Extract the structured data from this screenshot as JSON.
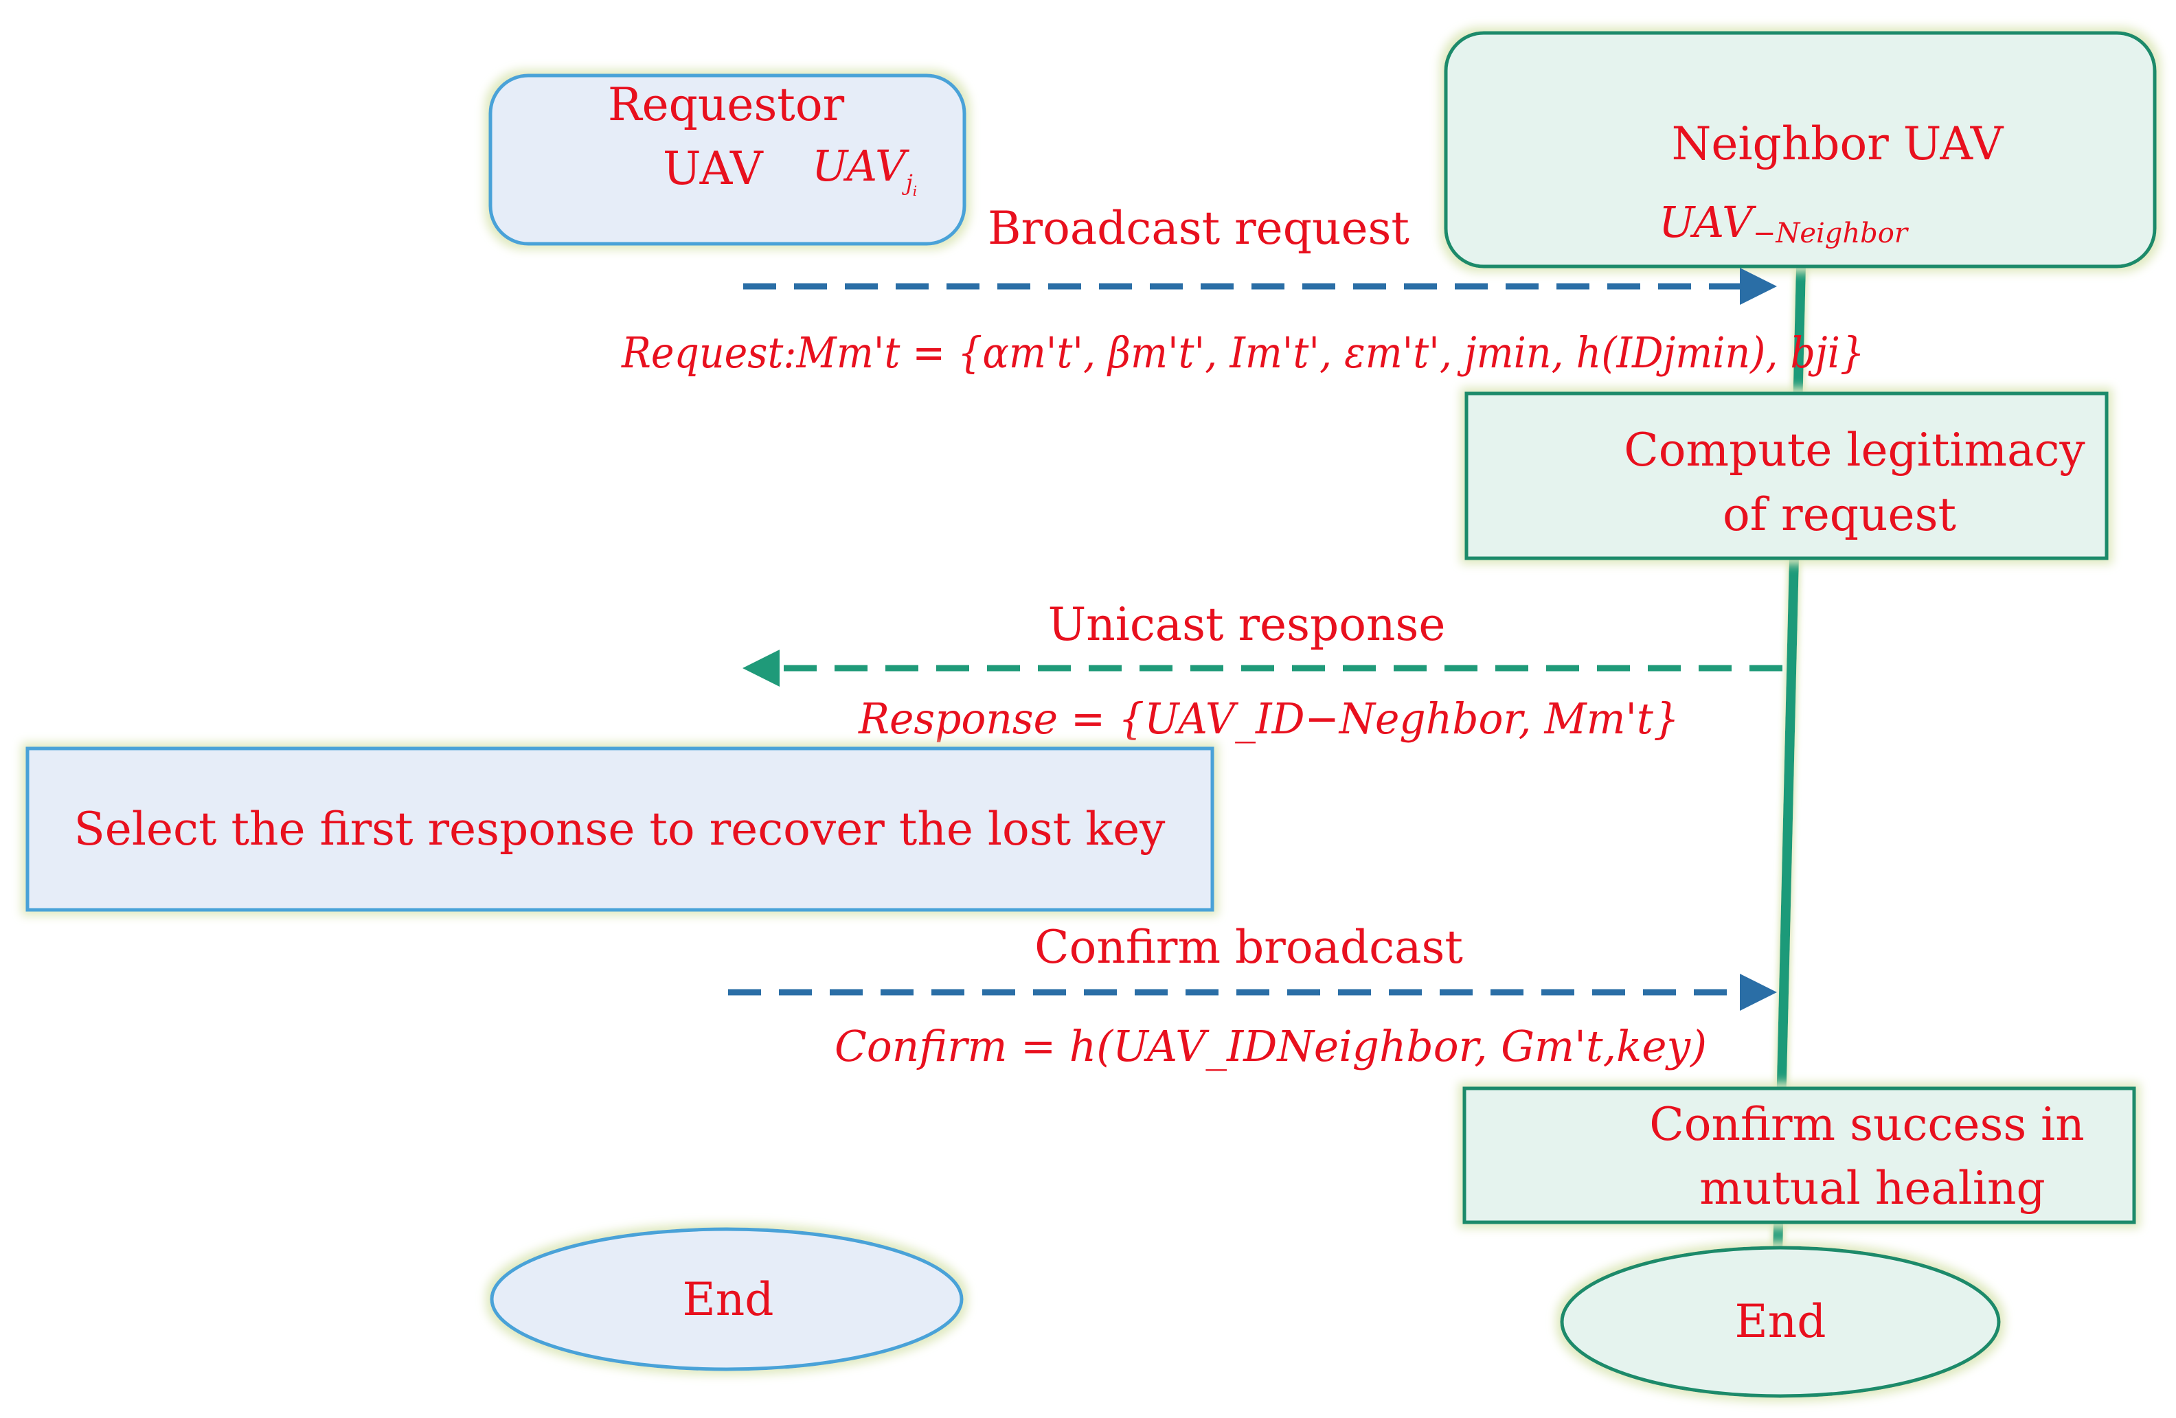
{
  "participants": {
    "requestor": {
      "title": "Requestor",
      "line2_text": "UAV",
      "line2_math_base": "UAV",
      "line2_math_sub": "j",
      "line2_math_subsub": "i"
    },
    "neighbor": {
      "title": "Neighbor UAV",
      "math_base": "UAV",
      "math_sub": "−Neighbor"
    }
  },
  "messages": {
    "broadcast": {
      "label": "Broadcast request",
      "formula": "Request:Mm't = {αm't', βm't', Im't', εm't', jmin, h(IDjmin), bji}"
    },
    "unicast": {
      "label": "Unicast response",
      "formula": "Response = {UAV_ID−Neghbor, Mm't}"
    },
    "confirm": {
      "label": "Confirm broadcast",
      "formula": "Confirm = h(UAV_IDNeighbor, Gm't,key)"
    }
  },
  "processes": {
    "compute_line1": "Compute legitimacy",
    "compute_line2": "of request",
    "select": "Select the first response to recover the lost key",
    "success_line1": "Confirm success in",
    "success_line2": "mutual healing"
  },
  "terminals": {
    "requestor_end": "End",
    "neighbor_end": "End"
  },
  "colors": {
    "text": "#e8101e",
    "requestor_line": "#2a6ea6",
    "neighbor_line": "#1f9a79",
    "requestor_fill": "#e6edf8",
    "requestor_stroke": "#4aa2d8",
    "neighbor_fill": "#e5f3ee",
    "neighbor_stroke": "#1a8a6a",
    "glow": "#e3edc4"
  }
}
